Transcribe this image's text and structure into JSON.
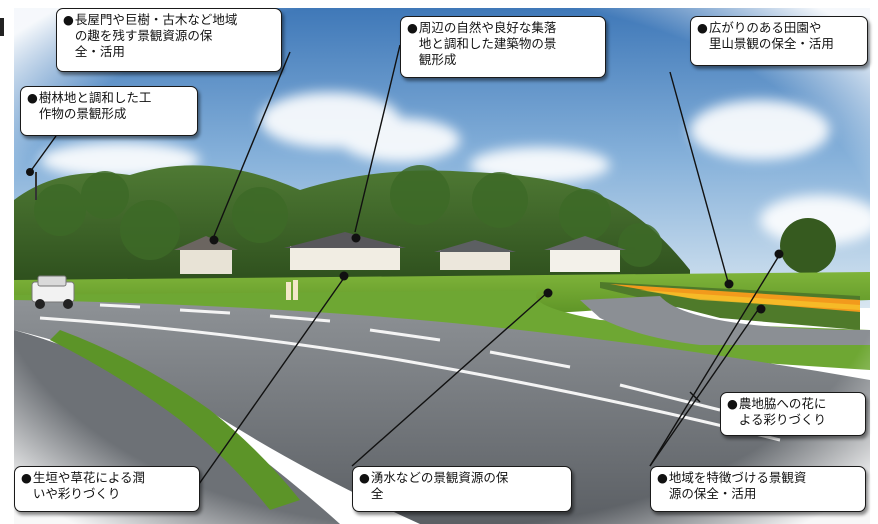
{
  "callouts": {
    "c1": {
      "bullet": "●",
      "text": "長屋門や巨樹・古木など地域\nの趣を残す景観資源の保\n全・活用"
    },
    "c2": {
      "bullet": "●",
      "text": "周辺の自然や良好な集落\n地と調和した建築物の景\n観形成"
    },
    "c3": {
      "bullet": "●",
      "text": "広がりのある田園や\n里山景観の保全・活用"
    },
    "c4": {
      "bullet": "●",
      "text": "樹林地と調和した工\n作物の景観形成"
    },
    "c5": {
      "bullet": "●",
      "text": "農地脇への花に\nよる彩りづくり"
    },
    "c6": {
      "bullet": "●",
      "text": "生垣や草花による潤\nいや彩りづくり"
    },
    "c7": {
      "bullet": "●",
      "text": "湧水などの景観資源の保\n全"
    },
    "c8": {
      "bullet": "●",
      "text": "地域を特徴づける景観資\n源の保全・活用"
    }
  }
}
